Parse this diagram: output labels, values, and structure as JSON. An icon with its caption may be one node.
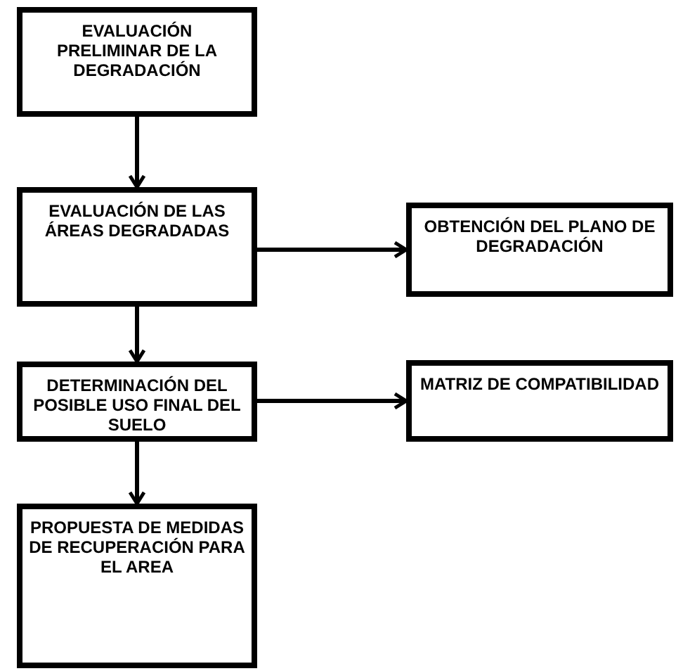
{
  "diagram": {
    "nodes": [
      {
        "text": [
          "EVALUACIÓN PRELIMINAR DE LA DEGRADACIÓN"
        ]
      },
      {
        "text": [
          "EVALUACIÓN DE LAS ÁREAS DEGRADADAS"
        ]
      },
      {
        "text": [
          "OBTENCIÓN DEL PLANO DE DEGRADACIÓN"
        ]
      },
      {
        "text": [
          "DETERMINACIÓN DEL POSIBLE USO FINAL DEL SUELO"
        ]
      },
      {
        "text": [
          "MATRIZ DE COMPATIBILIDAD"
        ]
      },
      {
        "text": [
          "PROPUESTA DE MEDIDAS DE RECUPERACIÓN PARA EL AREA"
        ]
      }
    ],
    "edges": [
      {
        "from": 0,
        "to": 1,
        "arrow": "to"
      },
      {
        "from": 1,
        "to": 2,
        "arrow": "to"
      },
      {
        "from": 1,
        "to": 3,
        "arrow": "to"
      },
      {
        "from": 3,
        "to": 4,
        "arrow": "to"
      },
      {
        "from": 3,
        "to": 5,
        "arrow": "to"
      }
    ]
  }
}
